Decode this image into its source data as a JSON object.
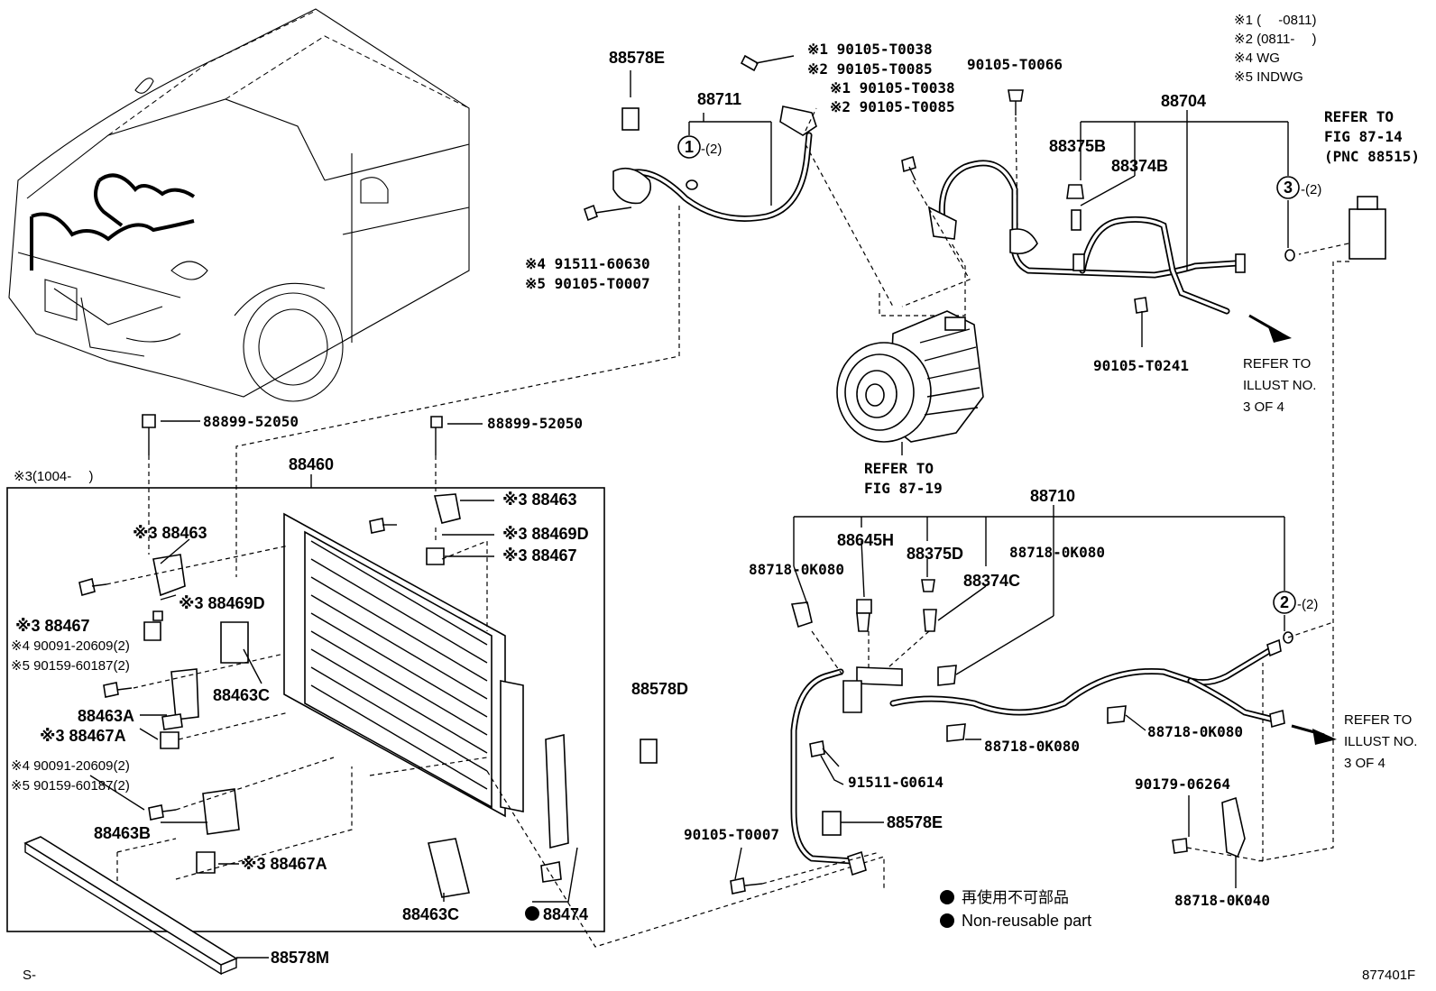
{
  "legend_notes": [
    "※1 (　 -0811)",
    "※2 (0811-　 )",
    "※4 WG",
    "※5 INDWG"
  ],
  "group_note": "※3(1004-　 )",
  "labels": {
    "pn_88578E_top": "88578E",
    "pn_88711": "88711",
    "pn_1_note": "-(2)",
    "pn_bolt_a1": "※1 90105-T0038",
    "pn_bolt_a2": "※2 90105-T0085",
    "pn_bolt_b1": "※1 90105-T0038",
    "pn_bolt_b2": "※2 90105-T0085",
    "pn_90105_T0066": "90105-T0066",
    "pn_88704": "88704",
    "pn_88375B": "88375B",
    "pn_88374B": "88374B",
    "pn_3_note": "-(2)",
    "pn_91511_60630": "※4 91511-60630",
    "pn_90105_T0007_top": "※5 90105-T0007",
    "pn_90105_T0241": "90105-T0241",
    "pn_88899_left": "88899-52050",
    "pn_88899_right": "88899-52050",
    "pn_88460": "88460",
    "pn_88463_r": "※3 88463",
    "pn_88469D_r": "※3 88469D",
    "pn_88467_r": "※3 88467",
    "pn_88463_l": "※3 88463",
    "pn_88469D_l": "※3 88469D",
    "pn_88467_l": "※3 88467",
    "pn_490091_a": "※4 90091-20609(2)",
    "pn_590159_a": "※5 90159-60187(2)",
    "pn_88463C_a": "88463C",
    "pn_88463A": "88463A",
    "pn_88467A_a": "※3 88467A",
    "pn_490091_b": "※4 90091-20609(2)",
    "pn_590159_b": "※5 90159-60187(2)",
    "pn_88463B": "88463B",
    "pn_88467A_b": "※3 88467A",
    "pn_88463C_b": "88463C",
    "pn_88474": "88474",
    "pn_88578M": "88578M",
    "pn_88578D": "88578D",
    "pn_88710": "88710",
    "pn_88645H": "88645H",
    "pn_88375D": "88375D",
    "pn_88718_a": "88718-0K080",
    "pn_88718_b": "88718-0K080",
    "pn_88374C": "88374C",
    "pn_2_note": "-(2)",
    "pn_88718_c": "88718-0K080",
    "pn_88718_d": "88718-0K080",
    "pn_91511_G0614": "91511-G0614",
    "pn_88578E_bot": "88578E",
    "pn_90105_T0007_bot": "90105-T0007",
    "pn_90179_06264": "90179-06264",
    "pn_88718_0K040": "88718-0K040",
    "ref_fig_8714_l1": "REFER TO",
    "ref_fig_8714_l2": "FIG 87-14",
    "ref_fig_8714_l3": "(PNC 88515)",
    "ref_illust_top_l1": "REFER TO",
    "ref_illust_top_l2": "ILLUST NO.",
    "ref_illust_top_l3": "3 OF 4",
    "ref_fig_8719_l1": "REFER TO",
    "ref_fig_8719_l2": "FIG 87-19",
    "ref_illust_bot_l1": "REFER TO",
    "ref_illust_bot_l2": "ILLUST NO.",
    "ref_illust_bot_l3": "3 OF 4",
    "circle_1": "1",
    "circle_2": "2",
    "circle_3": "3",
    "nonreusable_jp": "再使用不可部品",
    "nonreusable_en": "Non-reusable part",
    "corner_left": "S-",
    "diagram_id": "877401F"
  }
}
